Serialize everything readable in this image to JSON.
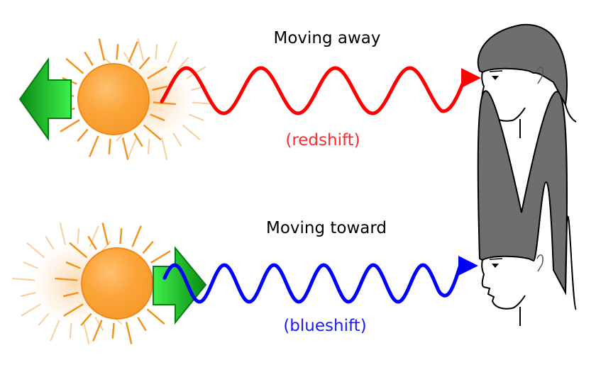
{
  "panels": [
    {
      "title": "Moving away",
      "caption": "(redshift)",
      "wave_color": "#ff0000",
      "direction": "left"
    },
    {
      "title": "Moving toward",
      "caption": "(blueshift)",
      "wave_color": "#0000ff",
      "direction": "right"
    }
  ],
  "colors": {
    "sun": "#fba53a",
    "sun_rays": "#f4931f",
    "arrow": "#1fbf2a",
    "hair": "#6e6e6e",
    "text": "#000000"
  }
}
